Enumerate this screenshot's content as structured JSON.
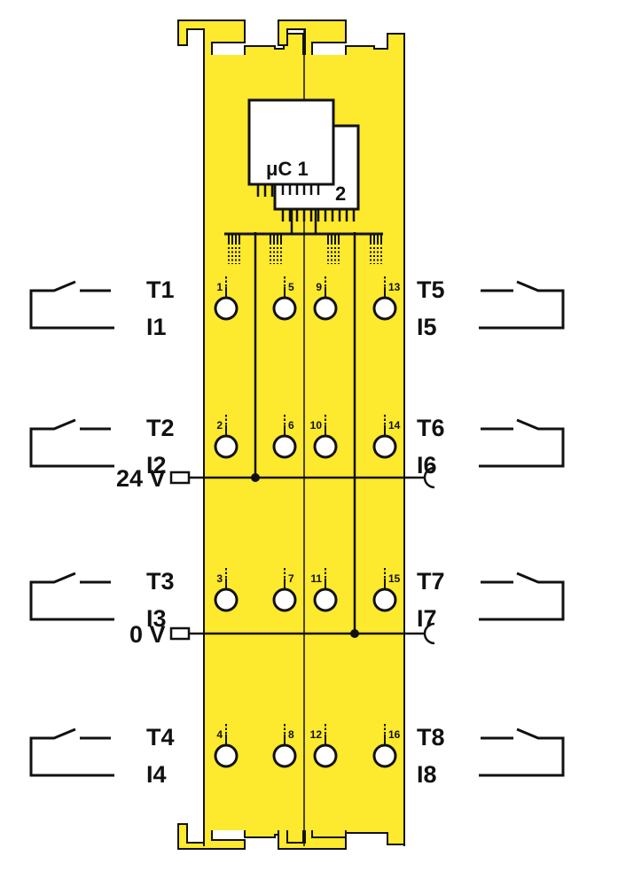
{
  "diagram": {
    "colors": {
      "module_fill": "#fde92d",
      "outline": "#111111",
      "terminal_fill": "#ffffff",
      "background": "#ffffff"
    },
    "microcontrollers": {
      "primary_label": "μC 1",
      "secondary_label": "2"
    },
    "power": {
      "supply_24v_label": "24 V",
      "supply_0v_label": "0 V"
    },
    "left_channels": [
      {
        "test_label": "T1",
        "input_label": "I1",
        "terminals": [
          "1",
          "5"
        ]
      },
      {
        "test_label": "T2",
        "input_label": "I2",
        "terminals": [
          "2",
          "6"
        ]
      },
      {
        "test_label": "T3",
        "input_label": "I3",
        "terminals": [
          "3",
          "7"
        ]
      },
      {
        "test_label": "T4",
        "input_label": "I4",
        "terminals": [
          "4",
          "8"
        ]
      }
    ],
    "right_channels": [
      {
        "test_label": "T5",
        "input_label": "I5",
        "terminals": [
          "9",
          "13"
        ]
      },
      {
        "test_label": "T6",
        "input_label": "I6",
        "terminals": [
          "10",
          "14"
        ]
      },
      {
        "test_label": "T7",
        "input_label": "I7",
        "terminals": [
          "11",
          "15"
        ]
      },
      {
        "test_label": "T8",
        "input_label": "I8",
        "terminals": [
          "12",
          "16"
        ]
      }
    ]
  }
}
